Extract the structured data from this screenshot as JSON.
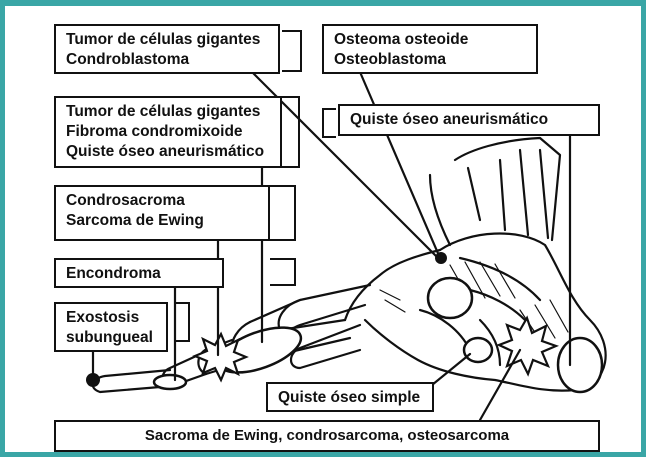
{
  "colors": {
    "frame": "#3aa6a6",
    "ink": "#111111",
    "background": "#ffffff"
  },
  "labels": {
    "box1": {
      "line1": "Tumor de células gigantes",
      "line2": "Condroblastoma"
    },
    "box2": {
      "line1": "Osteoma osteoide",
      "line2": "Osteoblastoma"
    },
    "box3": {
      "line1": "Quiste óseo aneurismático"
    },
    "box4": {
      "line1": "Tumor de células gigantes",
      "line2": "Fibroma condromixoide",
      "line3": "Quiste óseo aneurismático"
    },
    "box5": {
      "line1": "Condrosacroma",
      "line2": "Sarcoma de Ewing"
    },
    "box6": {
      "line1": "Encondroma"
    },
    "box7": {
      "line1": "Exostosis",
      "line2": "subungueal"
    },
    "box8": {
      "line1": "Quiste óseo simple"
    },
    "box9": {
      "line1": "Sacroma de Ewing, condrosarcoma, osteosarcoma"
    }
  }
}
